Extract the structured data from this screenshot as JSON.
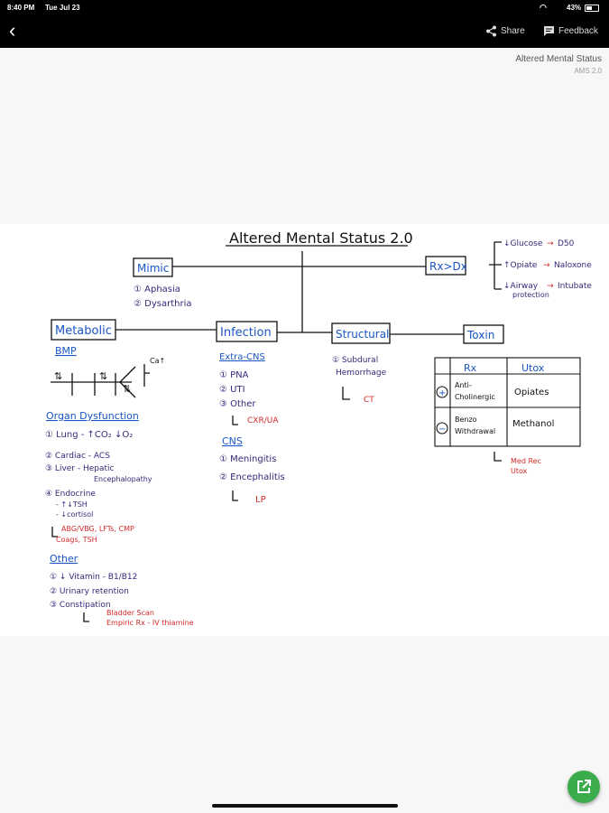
{
  "status_bar": {
    "time": "8:40 PM",
    "date": "Tue Jul 23",
    "battery": "43%"
  },
  "nav": {
    "back_label": "‹",
    "share_label": "Share",
    "feedback_label": "Feedback"
  },
  "document": {
    "title": "Altered Mental Status",
    "version": "AMS 2.0"
  },
  "board": {
    "title": "Altered Mental Status 2.0",
    "mimic": {
      "label": "Mimic",
      "items": [
        "① Aphasia",
        "② Dysarthria"
      ]
    },
    "rx_dx": {
      "label": "Rx>Dx",
      "items": [
        {
          "cause": "↓Glucose",
          "arrow": "→",
          "tx": "D50"
        },
        {
          "cause": "↑Opiate",
          "arrow": "→",
          "tx": "Naloxone"
        },
        {
          "cause": "↓Airway",
          "arrow": "→",
          "tx": "Intubate"
        },
        {
          "cause": "protection"
        }
      ]
    },
    "metabolic": {
      "label": "Metabolic",
      "bmp_label": "BMP",
      "ca_label": "Ca↑",
      "organ_label": "Organ Dysfunction",
      "organ_items": [
        "① Lung - ↑CO₂ ↓O₂",
        "② Cardiac - ACS",
        "③ Liver - Hepatic",
        "Encephalopathy",
        "④ Endocrine",
        "- ↑↓TSH",
        "- ↓cortisol"
      ],
      "organ_workup": "ABG/VBG, LFTs, CMP",
      "organ_workup2": "Coags, TSH",
      "other_label": "Other",
      "other_items": [
        "① ↓ Vitamin - B1/B12",
        "② Urinary retention",
        "③ Constipation"
      ],
      "other_workup": "Bladder Scan",
      "other_workup2": "Empiric Rx - IV thiamine"
    },
    "infection": {
      "label": "Infection",
      "extra_label": "Extra-CNS",
      "extra_items": [
        "① PNA",
        "② UTI",
        "③ Other"
      ],
      "extra_workup": "CXR/UA",
      "cns_label": "CNS",
      "cns_items": [
        "① Meningitis",
        "② Encephalitis"
      ],
      "cns_workup": "LP"
    },
    "structural": {
      "label": "Structural",
      "items": [
        "① Subdural",
        "Hemorrhage"
      ],
      "workup": "CT"
    },
    "toxin": {
      "label": "Toxin",
      "header_rx": "Rx",
      "header_utox": "Utox",
      "pos_sign": "+",
      "neg_sign": "−",
      "row1_rx": "Anti-",
      "row1_rx2": "Cholinergic",
      "row1_utox": "Opiates",
      "row2_rx": "Benzo",
      "row2_rx2": "Withdrawal",
      "row2_utox": "Methanol",
      "workup": "Med Rec",
      "workup2": "Utox"
    }
  }
}
